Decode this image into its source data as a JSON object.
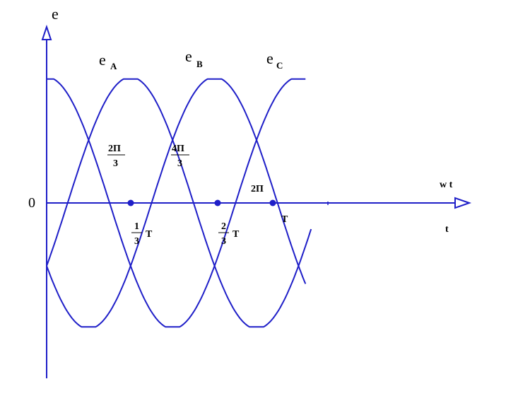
{
  "colors": {
    "curve": "#1f1fc8",
    "axis": "#1f1fc8",
    "text": "#000000"
  },
  "axis": {
    "y_label": "e",
    "origin_label": "0",
    "x_label_top": "w t",
    "x_label_bottom": "t"
  },
  "curves": [
    {
      "name_main": "e",
      "name_sub": "A",
      "phase_deg": 90
    },
    {
      "name_main": "e",
      "name_sub": "B",
      "phase_deg": -30
    },
    {
      "name_main": "e",
      "name_sub": "C",
      "phase_deg": -150
    }
  ],
  "fractions": {
    "two_pi_three": {
      "num": "2Π",
      "den": "3"
    },
    "four_pi_three": {
      "num": "4Π",
      "den": "3"
    },
    "one_third_t": {
      "num": "1",
      "den": "3",
      "suffix": "T"
    },
    "two_thirds_t": {
      "num": "2",
      "den": "3",
      "suffix": "T"
    }
  },
  "labels": {
    "two_pi": "2Π",
    "period": "T"
  }
}
